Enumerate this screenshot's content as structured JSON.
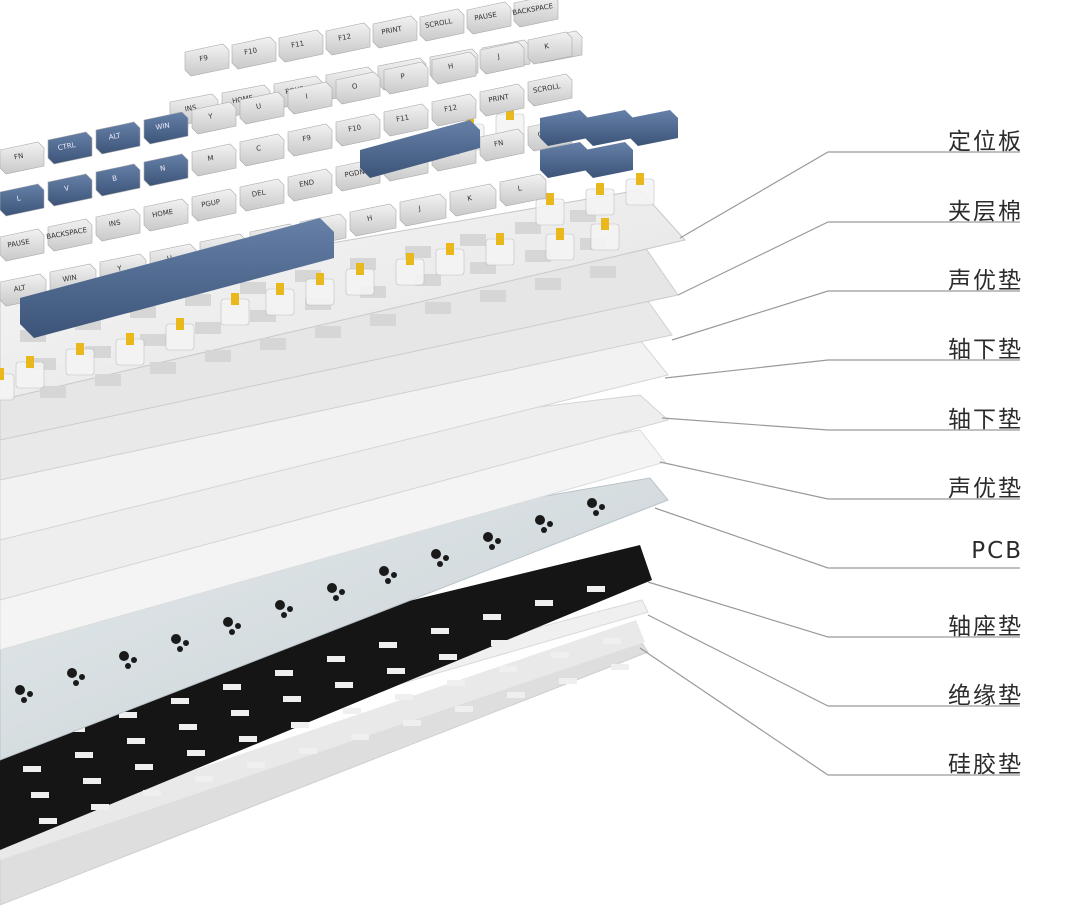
{
  "colors": {
    "background": "#ffffff",
    "leader_line": "#9a9a9a",
    "keycap_light": "#dcdcdc",
    "keycap_blue": "#4d6690",
    "switch_stem": "#e8b81c",
    "plate_white": "#eeeeee",
    "pcb": "#d6dde0",
    "switch_socket_pad": "#161616",
    "silicone_pad": "#e3e3e3"
  },
  "layers": [
    {
      "id": "plate",
      "label": "定位板"
    },
    {
      "id": "sandwich-foam",
      "label": "夹层棉"
    },
    {
      "id": "sound-pad-top",
      "label": "声优垫"
    },
    {
      "id": "switch-pad-1",
      "label": "轴下垫"
    },
    {
      "id": "switch-pad-2",
      "label": "轴下垫"
    },
    {
      "id": "sound-pad-bottom",
      "label": "声优垫"
    },
    {
      "id": "pcb",
      "label": "PCB"
    },
    {
      "id": "switch-socket-pad",
      "label": "轴座垫"
    },
    {
      "id": "insulation-pad",
      "label": "绝缘垫"
    },
    {
      "id": "silicone-pad",
      "label": "硅胶垫"
    }
  ],
  "keycap_legends": [
    "F9",
    "F10",
    "F11",
    "F12",
    "PRINT",
    "SCROLL",
    "PAUSE",
    "BACKSPACE",
    "INS",
    "HOME",
    "PGUP",
    "DEL",
    "END",
    "PGDN",
    "ENTER",
    "SHIFT",
    "FN",
    "CTRL",
    "ALT",
    "WIN",
    "Y",
    "U",
    "I",
    "O",
    "P",
    "H",
    "J",
    "K",
    "L",
    "V",
    "B",
    "N",
    "M",
    "C"
  ]
}
